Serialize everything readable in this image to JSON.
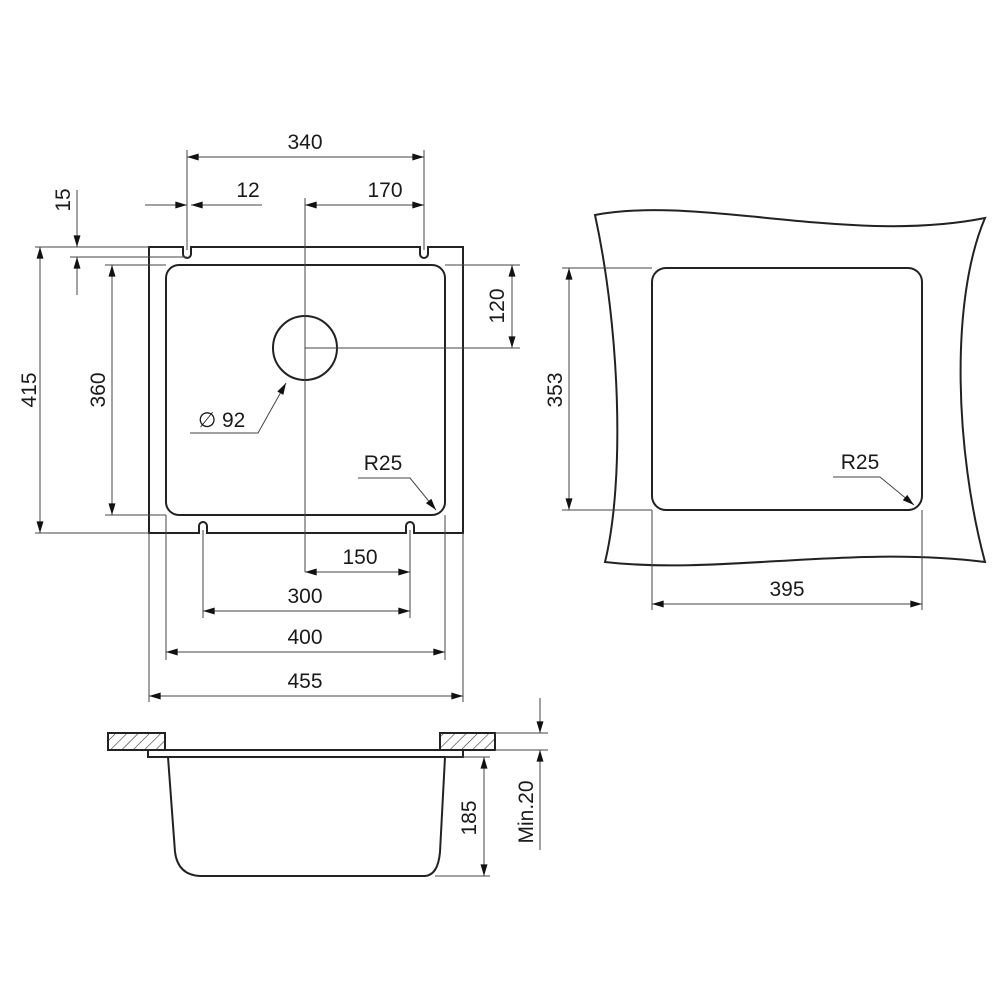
{
  "top_view": {
    "dims": {
      "d340": "340",
      "d12": "12",
      "d170": "170",
      "d15": "15",
      "d415": "415",
      "d360": "360",
      "d120": "120",
      "d92": "92",
      "r25": "R25",
      "d150": "150",
      "d300": "300",
      "d400": "400",
      "d455": "455"
    },
    "diameter_symbol": "∅"
  },
  "cutout_view": {
    "dims": {
      "d353": "353",
      "d395": "395",
      "r25": "R25"
    }
  },
  "side_view": {
    "dims": {
      "d185": "185",
      "min20": "Min.20"
    }
  },
  "colors": {
    "line": "#222222",
    "background": "#ffffff"
  }
}
